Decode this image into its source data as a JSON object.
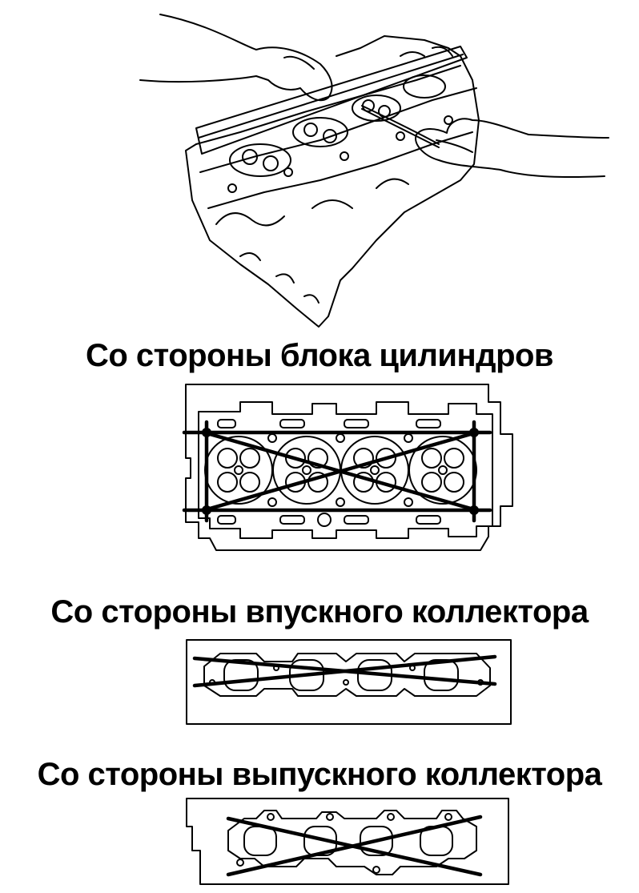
{
  "labels": {
    "cylinder_block_side": "Со стороны блока цилиндров",
    "intake_manifold_side": "Со стороны впускного коллектора",
    "exhaust_manifold_side": "Со стороны выпускного коллектора"
  },
  "colors": {
    "ink": "#000000",
    "background": "#ffffff"
  }
}
